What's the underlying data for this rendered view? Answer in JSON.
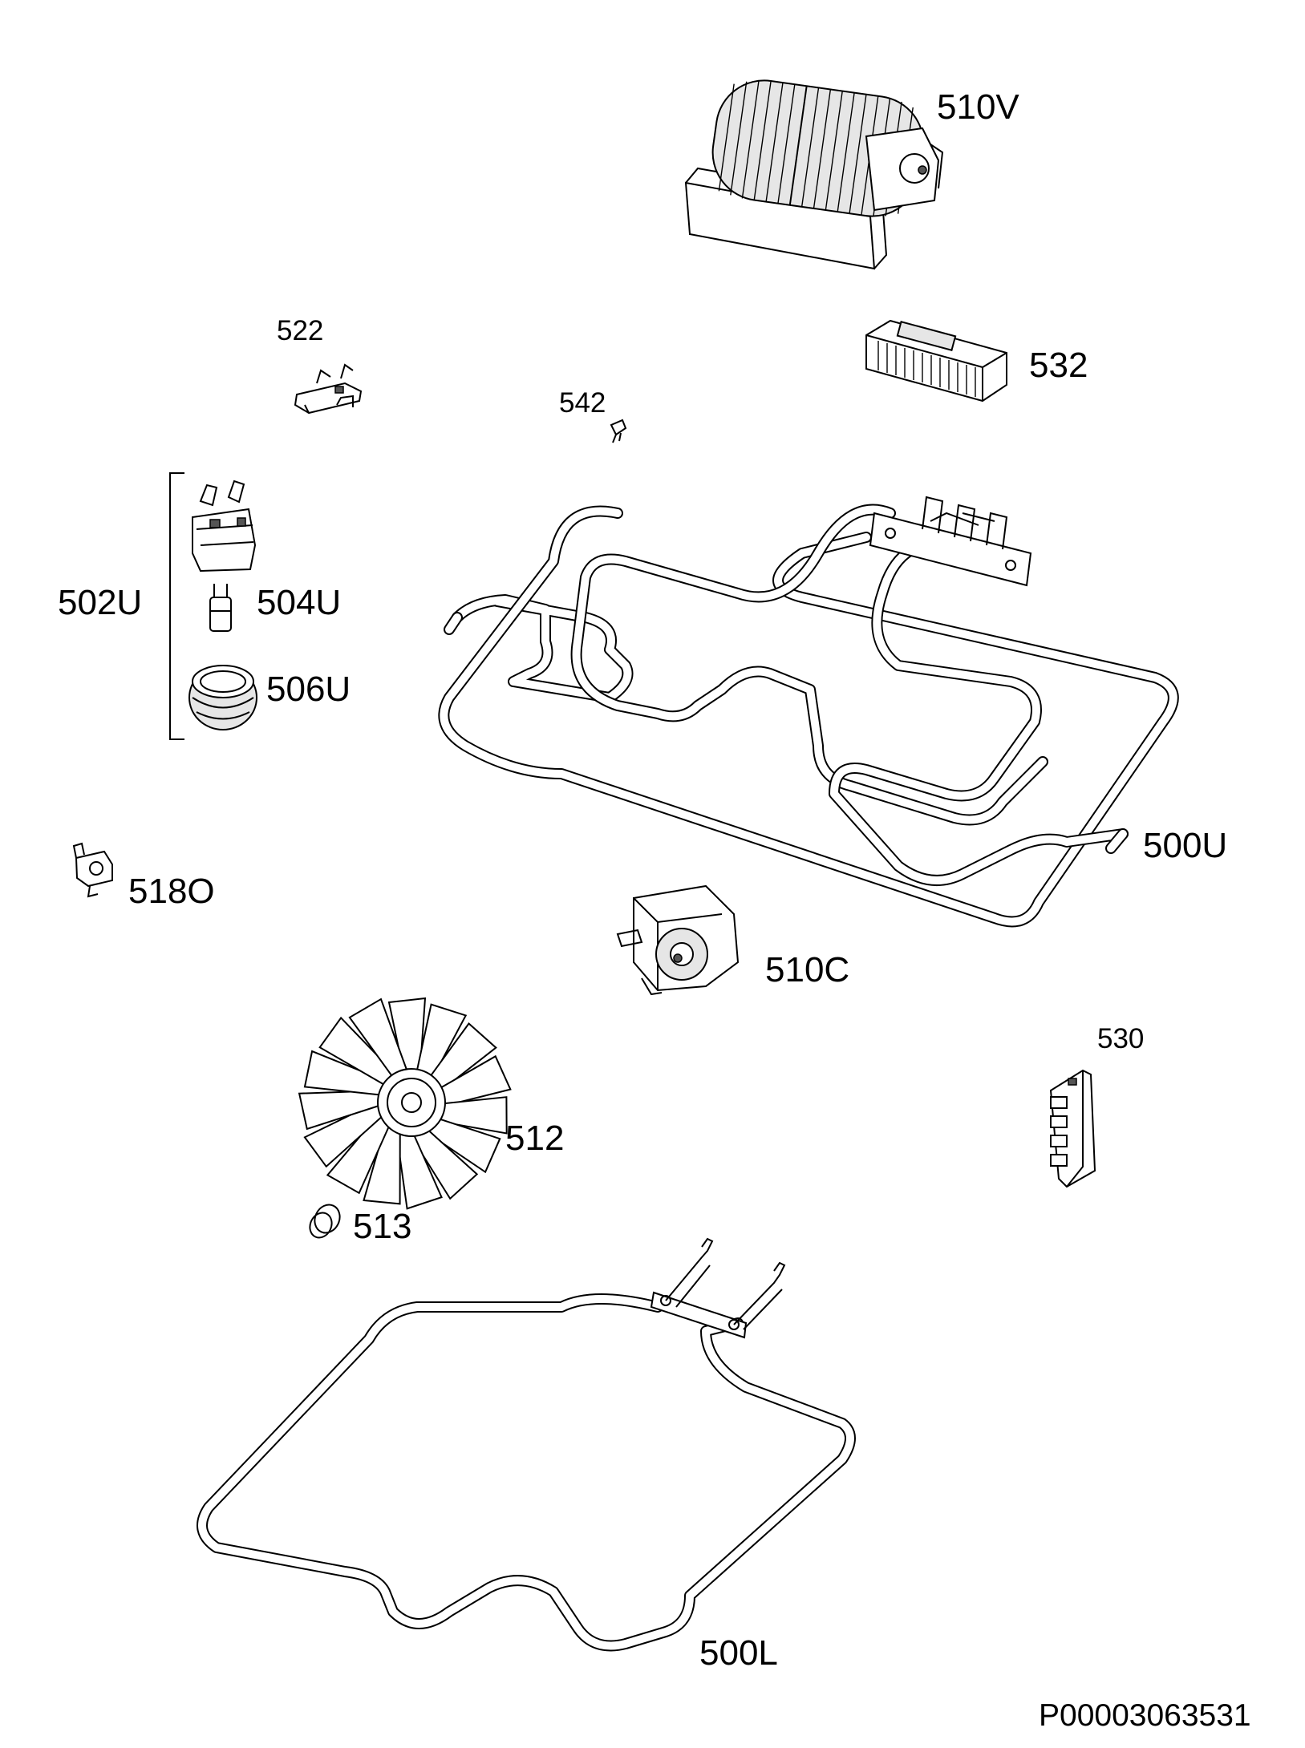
{
  "document_code": "P00003063531",
  "parts": [
    {
      "ref": "510V",
      "name": "tangential-fan-icon"
    },
    {
      "ref": "522",
      "name": "terminal-clip-icon"
    },
    {
      "ref": "532",
      "name": "terminal-block-icon"
    },
    {
      "ref": "542",
      "name": "screw-icon"
    },
    {
      "ref": "502U",
      "name": "lamp-assembly-bracket"
    },
    {
      "ref": "504U",
      "name": "lamp-bulb-icon"
    },
    {
      "ref": "506U",
      "name": "lamp-cover-icon"
    },
    {
      "ref": "500U",
      "name": "upper-heating-element-icon"
    },
    {
      "ref": "518O",
      "name": "thermostat-icon"
    },
    {
      "ref": "510C",
      "name": "fan-motor-icon"
    },
    {
      "ref": "512",
      "name": "fan-impeller-icon"
    },
    {
      "ref": "513",
      "name": "nut-icon"
    },
    {
      "ref": "530",
      "name": "connector-strip-icon"
    },
    {
      "ref": "500L",
      "name": "lower-heating-element-icon"
    }
  ]
}
